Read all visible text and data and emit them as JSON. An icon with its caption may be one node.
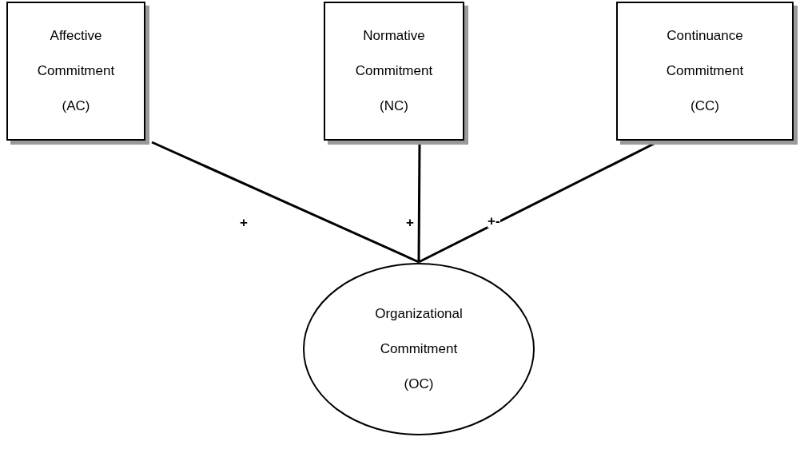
{
  "diagram": {
    "nodes": [
      {
        "text": [
          "Affective Commitment (AC)"
        ]
      },
      {
        "text": [
          "Normative Commitment (NC)"
        ]
      },
      {
        "text": [
          "Continuance Commitment (CC)"
        ]
      },
      {
        "text": [
          "Organizational Commitment (OC)"
        ]
      }
    ],
    "edges": [
      {
        "from": 0,
        "to": 3,
        "arrow": "none",
        "label": "+"
      },
      {
        "from": 1,
        "to": 3,
        "arrow": "none",
        "label": "+"
      },
      {
        "from": 2,
        "to": 3,
        "arrow": "none",
        "label": "+-"
      }
    ]
  }
}
